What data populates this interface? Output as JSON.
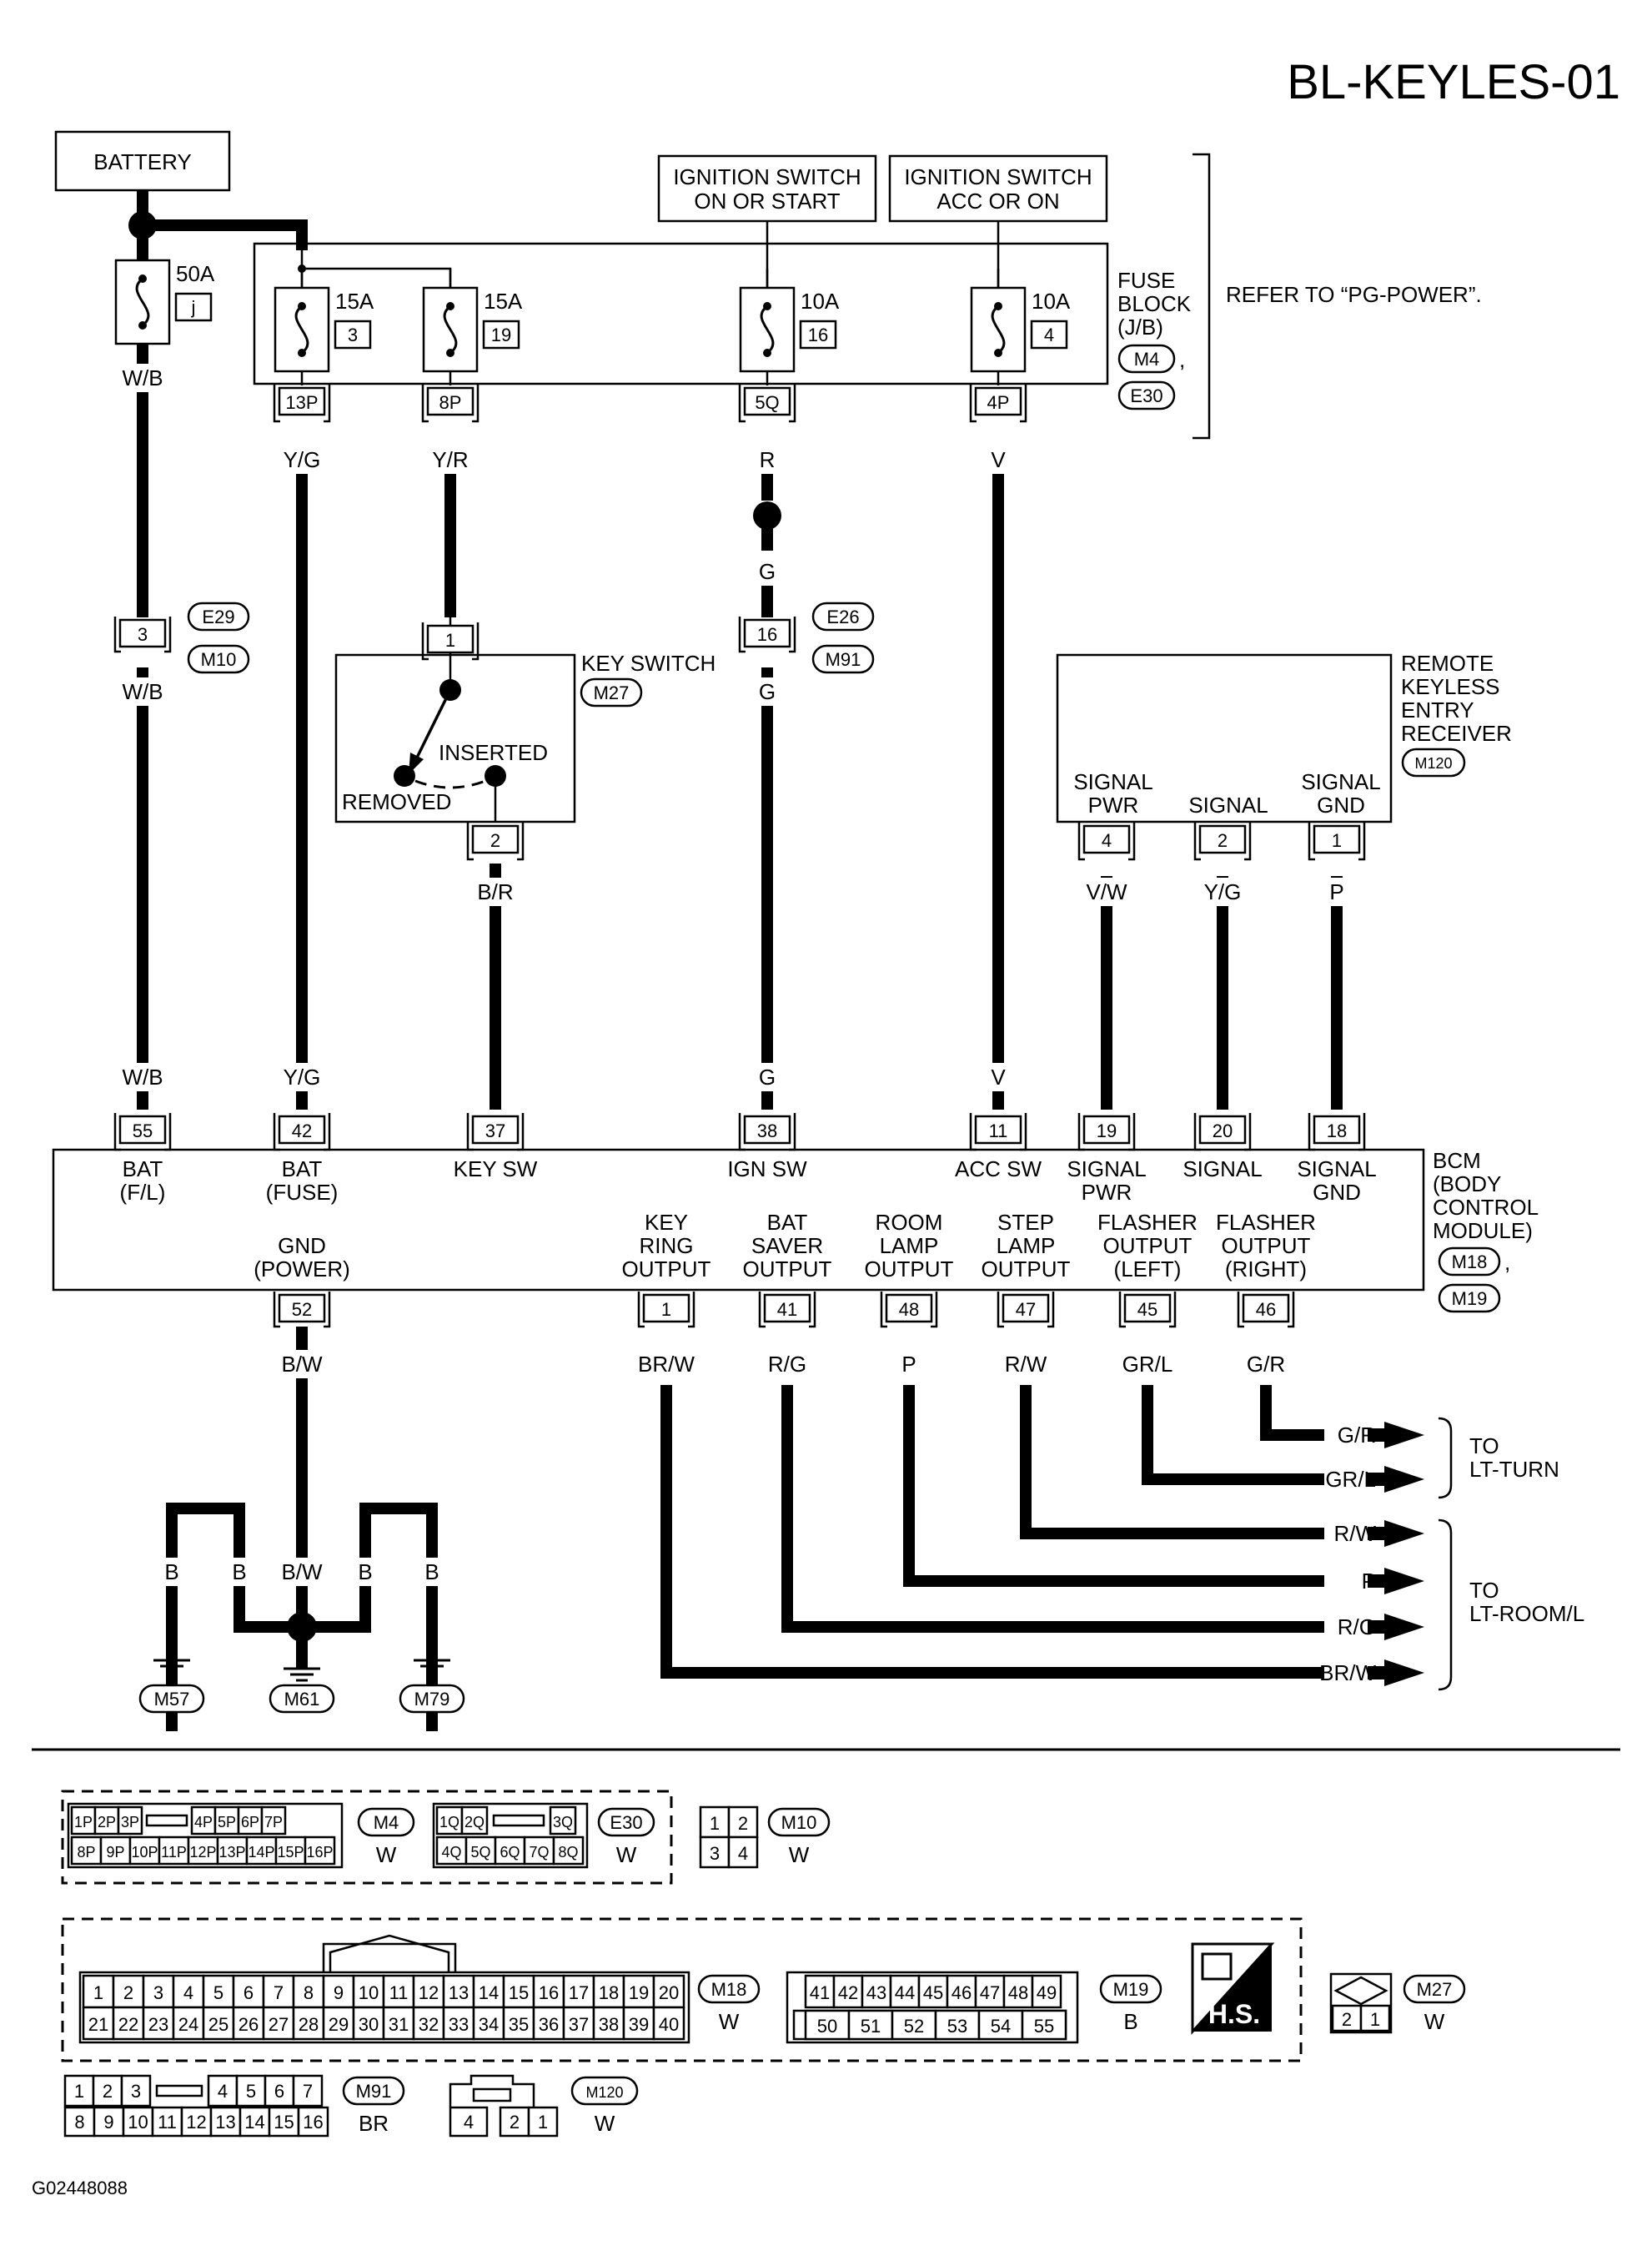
{
  "title": "BL-KEYLES-01",
  "figure_code": "G02448088",
  "refer_note": "REFER TO “PG-POWER”.",
  "sources": {
    "battery": "BATTERY",
    "ign_start_l1": "IGNITION SWITCH",
    "ign_start_l2": "ON OR START",
    "ign_acc_l1": "IGNITION SWITCH",
    "ign_acc_l2": "ACC OR ON"
  },
  "fuse_block": {
    "l1": "FUSE",
    "l2": "BLOCK",
    "l3": "(J/B)",
    "conn1": "M4",
    "comma": ",",
    "conn2": "E30"
  },
  "fuses": [
    {
      "rating": "50A",
      "num": "j"
    },
    {
      "rating": "15A",
      "num": "3",
      "terminal": "13P"
    },
    {
      "rating": "15A",
      "num": "19",
      "terminal": "8P"
    },
    {
      "rating": "10A",
      "num": "16",
      "terminal": "5Q"
    },
    {
      "rating": "10A",
      "num": "4",
      "terminal": "4P"
    }
  ],
  "wire_colors": {
    "wb": "W/B",
    "yg": "Y/G",
    "yr": "Y/R",
    "r": "R",
    "v": "V",
    "g": "G",
    "br": "B/R",
    "vw": "V/W",
    "p": "P",
    "bw": "B/W",
    "b": "B",
    "brw": "BR/W",
    "rg": "R/G",
    "rw": "R/W",
    "grl": "GR/L",
    "gr": "G/R"
  },
  "inline_connectors": [
    {
      "pin": "3",
      "conn1": "E29",
      "conn2": "M10"
    },
    {
      "pin": "16",
      "conn1": "E26",
      "conn2": "M91"
    }
  ],
  "key_switch": {
    "label": "KEY SWITCH",
    "conn": "M27",
    "pin_top": "1",
    "pin_bottom": "2",
    "inserted": "INSERTED",
    "removed": "REMOVED"
  },
  "receiver": {
    "l1": "REMOTE",
    "l2": "KEYLESS",
    "l3": "ENTRY",
    "l4": "RECEIVER",
    "conn": "M120",
    "pins": [
      {
        "pin": "4",
        "l1": "SIGNAL",
        "l2": "PWR"
      },
      {
        "pin": "2",
        "l1": "SIGNAL",
        "l2": ""
      },
      {
        "pin": "1",
        "l1": "SIGNAL",
        "l2": "GND"
      }
    ]
  },
  "bcm": {
    "l1": "BCM",
    "l2": "(BODY",
    "l3": "CONTROL",
    "l4": "MODULE)",
    "conn1": "M18",
    "comma": ",",
    "conn2": "M19",
    "top_pins": [
      {
        "pin": "55",
        "l1": "BAT",
        "l2": "(F/L)"
      },
      {
        "pin": "42",
        "l1": "BAT",
        "l2": "(FUSE)"
      },
      {
        "pin": "37",
        "l1": "KEY SW",
        "l2": ""
      },
      {
        "pin": "38",
        "l1": "IGN SW",
        "l2": ""
      },
      {
        "pin": "11",
        "l1": "ACC SW",
        "l2": ""
      },
      {
        "pin": "19",
        "l1": "SIGNAL",
        "l2": "PWR"
      },
      {
        "pin": "20",
        "l1": "SIGNAL",
        "l2": ""
      },
      {
        "pin": "18",
        "l1": "SIGNAL",
        "l2": "GND"
      }
    ],
    "bottom_pins": [
      {
        "pin": "52",
        "l1": "GND",
        "l2": "(POWER)",
        "l3": ""
      },
      {
        "pin": "1",
        "l1": "KEY",
        "l2": "RING",
        "l3": "OUTPUT"
      },
      {
        "pin": "41",
        "l1": "BAT",
        "l2": "SAVER",
        "l3": "OUTPUT"
      },
      {
        "pin": "48",
        "l1": "ROOM",
        "l2": "LAMP",
        "l3": "OUTPUT"
      },
      {
        "pin": "47",
        "l1": "STEP",
        "l2": "LAMP",
        "l3": "OUTPUT"
      },
      {
        "pin": "45",
        "l1": "FLASHER",
        "l2": "OUTPUT",
        "l3": "(LEFT)"
      },
      {
        "pin": "46",
        "l1": "FLASHER",
        "l2": "OUTPUT",
        "l3": "(RIGHT)"
      }
    ]
  },
  "destinations": {
    "turn_l1": "TO",
    "turn_l2": "LT-TURN",
    "room_l1": "TO",
    "room_l2": "LT-ROOM/L"
  },
  "grounds": [
    "M57",
    "M61",
    "M79"
  ],
  "connector_views": {
    "m4": {
      "name": "M4",
      "color": "W",
      "row1": [
        "1P",
        "2P",
        "3P",
        "",
        "4P",
        "5P",
        "6P",
        "7P"
      ],
      "row2": [
        "8P",
        "9P",
        "10P",
        "11P",
        "12P",
        "13P",
        "14P",
        "15P",
        "16P"
      ]
    },
    "e30": {
      "name": "E30",
      "color": "W",
      "row1": [
        "1Q",
        "2Q",
        "",
        "3Q"
      ],
      "row2": [
        "4Q",
        "5Q",
        "6Q",
        "7Q",
        "8Q"
      ]
    },
    "m10": {
      "name": "M10",
      "color": "W",
      "row1": [
        "1",
        "2"
      ],
      "row2": [
        "3",
        "4"
      ]
    },
    "m18": {
      "name": "M18",
      "color": "W",
      "row1": [
        "1",
        "2",
        "3",
        "4",
        "5",
        "6",
        "7",
        "8",
        "9",
        "10",
        "11",
        "12",
        "13",
        "14",
        "15",
        "16",
        "17",
        "18",
        "19",
        "20"
      ],
      "row2": [
        "21",
        "22",
        "23",
        "24",
        "25",
        "26",
        "27",
        "28",
        "29",
        "30",
        "31",
        "32",
        "33",
        "34",
        "35",
        "36",
        "37",
        "38",
        "39",
        "40"
      ]
    },
    "m19": {
      "name": "M19",
      "color": "B",
      "row1": [
        "41",
        "42",
        "43",
        "44",
        "45",
        "46",
        "47",
        "48",
        "49"
      ],
      "row2": [
        "50",
        "51",
        "52",
        "53",
        "54",
        "55"
      ]
    },
    "hs": "H.S.",
    "m27": {
      "name": "M27",
      "color": "W",
      "row2": [
        "2",
        "1"
      ]
    },
    "m91": {
      "name": "M91",
      "color": "BR",
      "row1": [
        "1",
        "2",
        "3",
        "",
        "4",
        "5",
        "6",
        "7"
      ],
      "row2": [
        "8",
        "9",
        "10",
        "11",
        "12",
        "13",
        "14",
        "15",
        "16"
      ]
    },
    "m120": {
      "name": "M120",
      "color": "W",
      "row2": [
        "4",
        "",
        "2",
        "1"
      ]
    }
  }
}
